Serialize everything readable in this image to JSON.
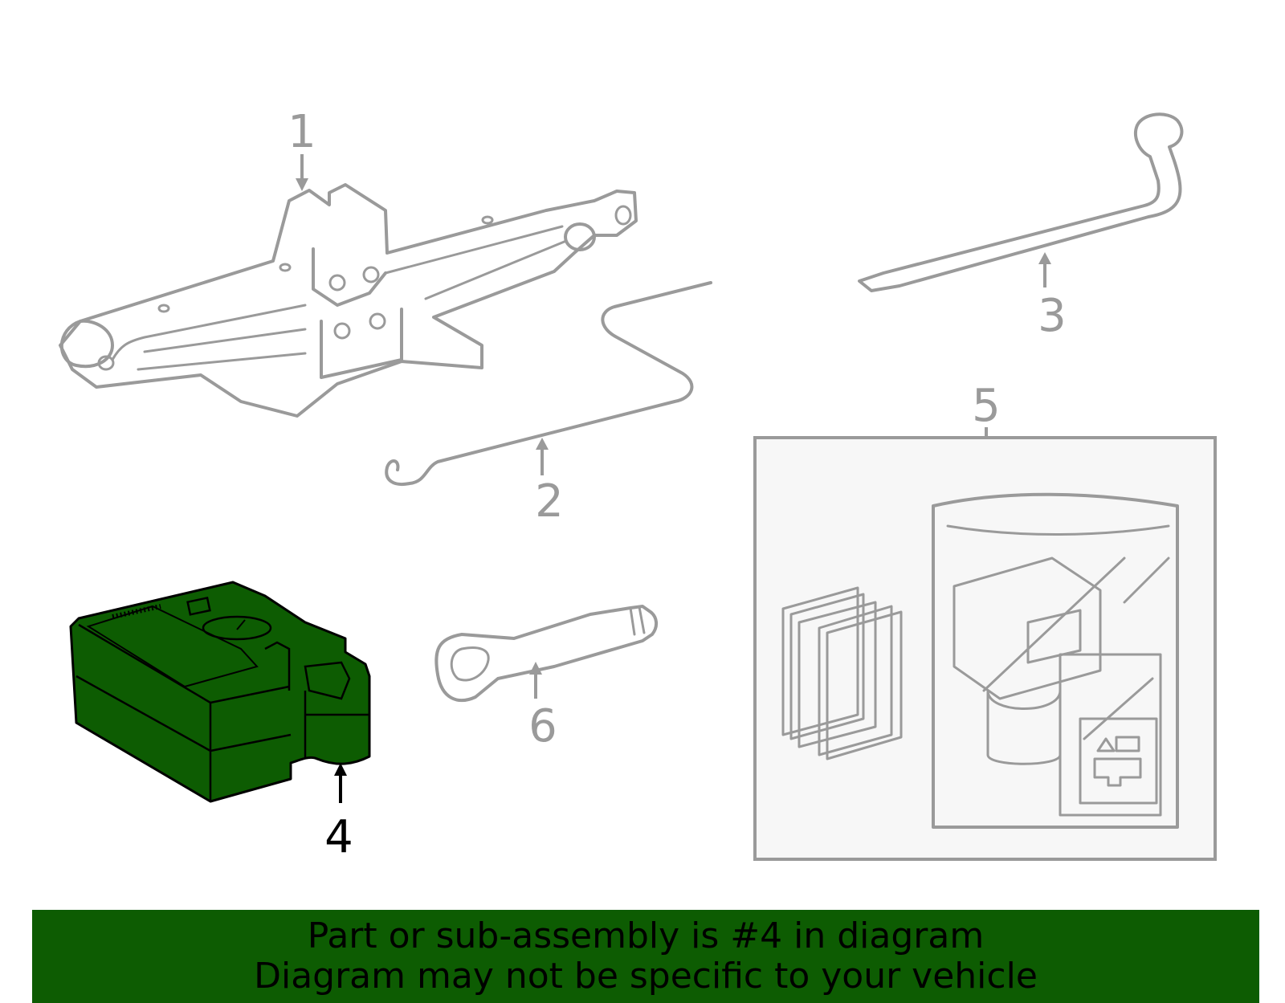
{
  "colors": {
    "highlight": "#0d5c02",
    "line": "#9a9a9a",
    "banner_bg": "#0d5c02",
    "banner_text": "#000000"
  },
  "callouts": [
    {
      "id": "1",
      "label": "1",
      "part": "scissor-jack"
    },
    {
      "id": "2",
      "label": "2",
      "part": "jack-handle"
    },
    {
      "id": "3",
      "label": "3",
      "part": "lug-wrench"
    },
    {
      "id": "4",
      "label": "4",
      "part": "tire-repair-compressor",
      "highlighted": true
    },
    {
      "id": "5",
      "label": "5",
      "part": "repair-kit-manuals"
    },
    {
      "id": "6",
      "label": "6",
      "part": "tow-hook"
    }
  ],
  "banner": {
    "line1": "Part or sub-assembly is #4 in diagram",
    "line2": "Diagram may not be specific to your vehicle"
  }
}
